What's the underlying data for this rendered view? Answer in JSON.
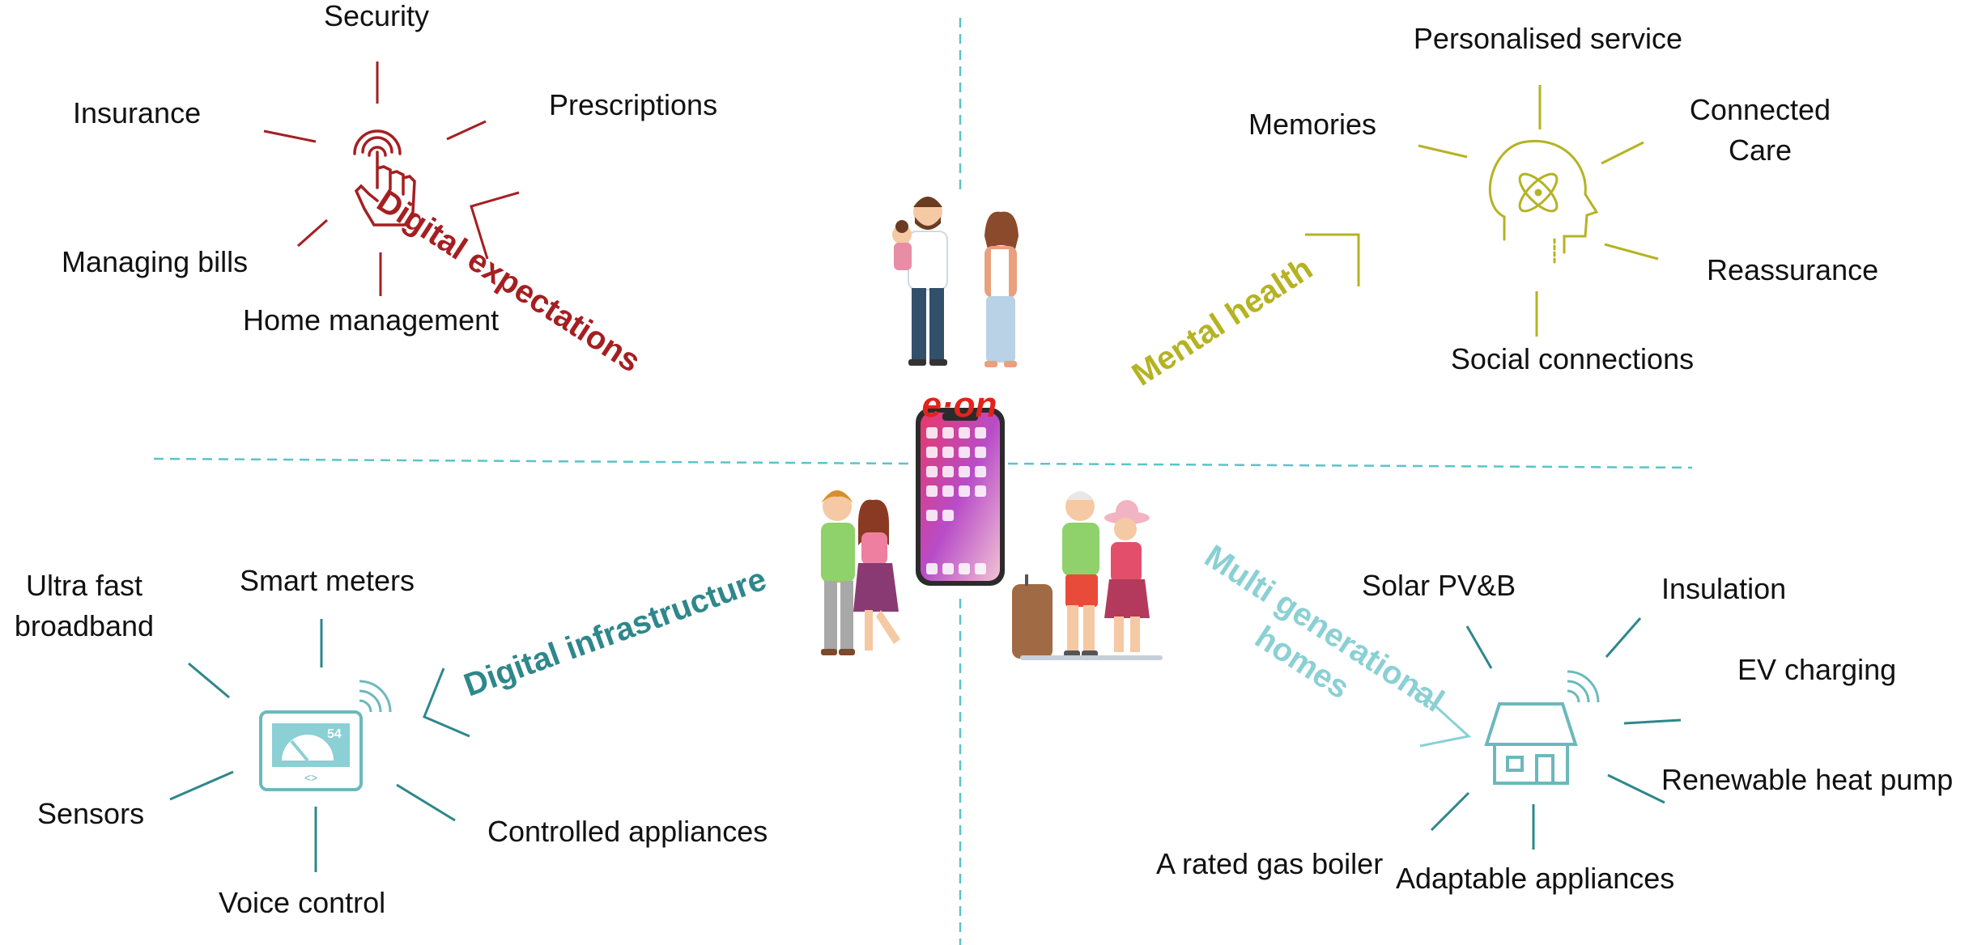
{
  "colors": {
    "digital_expectations": "#a51f21",
    "mental_health": "#b5b323",
    "digital_infrastructure": "#2e878b",
    "multi_generational": "#8ad0d4",
    "divider": "#5bc4c8",
    "eon_brand": "#e2231a"
  },
  "brand": {
    "logo_text": "e·on"
  },
  "quadrants": {
    "digital_expectations": {
      "title": "Digital expectations",
      "icon": "touch-fingerprint-icon",
      "items": [
        "Security",
        "Insurance",
        "Prescriptions",
        "Managing bills",
        "Home management"
      ]
    },
    "mental_health": {
      "title": "Mental health",
      "icon": "head-atom-icon",
      "items": [
        "Personalised service",
        "Memories",
        "Connected",
        "Care",
        "Reassurance",
        "Social connections"
      ]
    },
    "digital_infrastructure": {
      "title": "Digital infrastructure",
      "icon": "smart-meter-icon",
      "items": [
        "Ultra fast",
        "broadband",
        "Smart meters",
        "Sensors",
        "Controlled appliances",
        "Voice control"
      ]
    },
    "multi_generational": {
      "title_line1": "Multi generational",
      "title_line2": "homes",
      "icon": "smart-house-icon",
      "items": [
        "Solar PV&B",
        "Insulation",
        "EV charging",
        "Renewable heat pump",
        "A rated gas boiler",
        "Adaptable appliances"
      ]
    }
  },
  "center": {
    "icons": [
      "family-illustration",
      "smartphone-illustration",
      "young-couple-illustration",
      "senior-couple-illustration"
    ]
  }
}
